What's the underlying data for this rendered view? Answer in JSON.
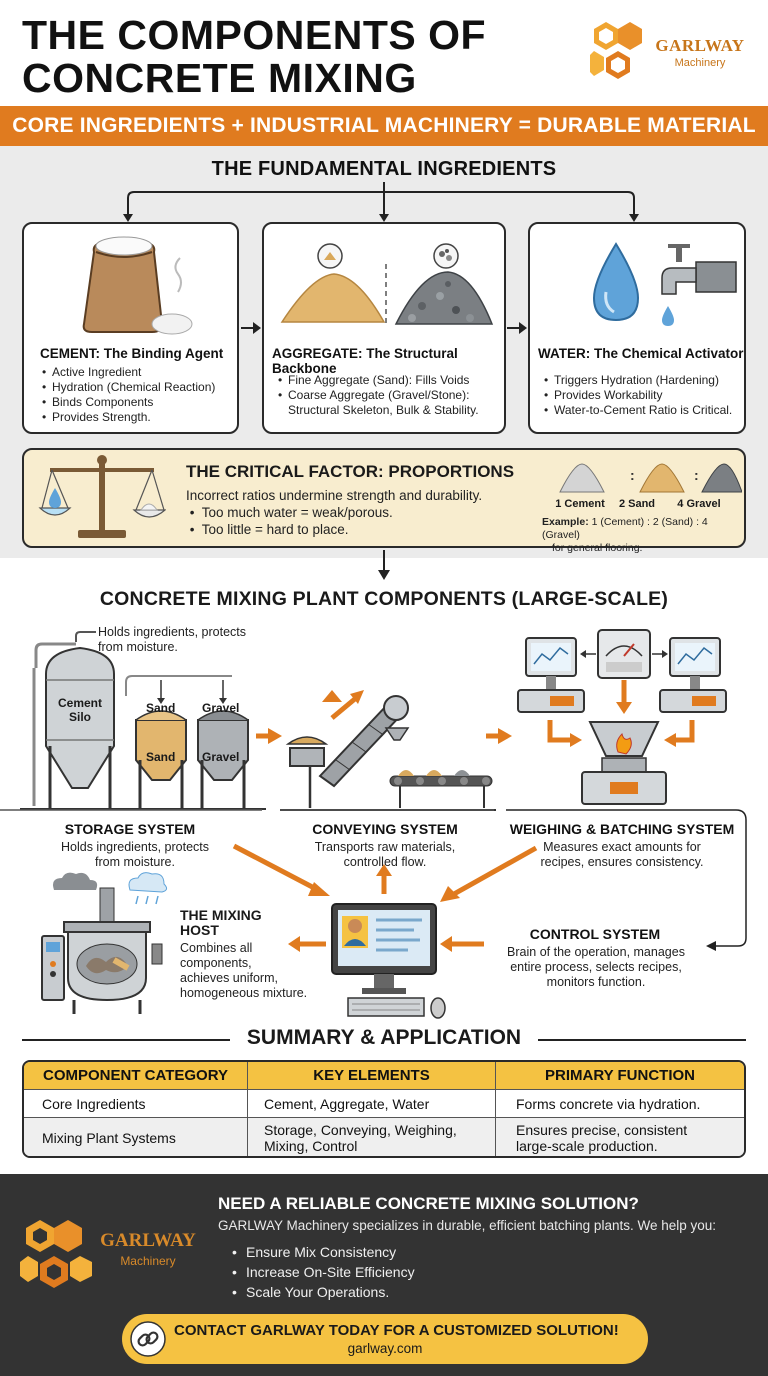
{
  "header": {
    "title_line1": "THE COMPONENTS OF",
    "title_line2": "CONCRETE MIXING",
    "logo_name": "GARLWAY",
    "logo_sub": "Machinery"
  },
  "banner": "CORE INGREDIENTS + INDUSTRIAL MACHINERY = DURABLE MATERIAL",
  "fundamentals": {
    "heading": "THE FUNDAMENTAL INGREDIENTS",
    "cement": {
      "title": "CEMENT: The Binding Agent",
      "items": [
        "Active Ingredient",
        "Hydration (Chemical Reaction)",
        "Binds Components",
        "Provides Strength."
      ]
    },
    "aggregate": {
      "title": "AGGREGATE: The Structural Backbone",
      "items": [
        "Fine Aggregate (Sand): Fills Voids",
        "Coarse Aggregate (Gravel/Stone): Structural Skeleton, Bulk & Stability."
      ]
    },
    "water": {
      "title": "WATER: The Chemical Activator",
      "items": [
        "Triggers Hydration (Hardening)",
        "Provides Workability",
        "Water-to-Cement Ratio is Critical."
      ]
    }
  },
  "proportions": {
    "title": "THE CRITICAL FACTOR: PROPORTIONS",
    "line1": "Incorrect ratios undermine strength and durability.",
    "bullets": [
      "Too much water = weak/porous.",
      "Too little = hard to place."
    ],
    "ratio_labels": [
      "1 Cement",
      "2 Sand",
      "4 Gravel"
    ],
    "example_label": "Example:",
    "example_text": "1 (Cement) : 2 (Sand) : 4 (Gravel)",
    "example_text2": "for general flooring."
  },
  "plant": {
    "heading": "CONCRETE MIXING PLANT COMPONENTS (LARGE-SCALE)",
    "callout": "Holds ingredients, protects\nfrom moisture.",
    "silo_label": "Cement\nSilo",
    "sand_label": "Sand",
    "gravel_label": "Gravel",
    "storage": {
      "title": "STORAGE SYSTEM",
      "text": "Holds ingredients, protects\nfrom moisture."
    },
    "conveying": {
      "title": "CONVEYING SYSTEM",
      "text": "Transports raw materials,\ncontrolled flow."
    },
    "weighing": {
      "title": "WEIGHING & BATCHING SYSTEM",
      "text": "Measures exact amounts for\nrecipes, ensures consistency."
    },
    "mixing": {
      "title": "THE MIXING\nHOST",
      "text": "Combines all\ncomponents,\nachieves uniform,\nhomogeneous mixture."
    },
    "control": {
      "title": "CONTROL SYSTEM",
      "text": "Brain of the operation, manages\nentire process, selects recipes,\nmonitors function."
    }
  },
  "summary": {
    "heading": "SUMMARY & APPLICATION",
    "headers": [
      "COMPONENT CATEGORY",
      "KEY ELEMENTS",
      "PRIMARY FUNCTION"
    ],
    "rows": [
      [
        "Core Ingredients",
        "Cement, Aggregate, Water",
        "Forms concrete via hydration."
      ],
      [
        "Mixing Plant Systems",
        "Storage, Conveying, Weighing,\nMixing, Control",
        "Ensures precise, consistent\nlarge-scale production."
      ]
    ]
  },
  "footer": {
    "title": "NEED A RELIABLE CONCRETE MIXING SOLUTION?",
    "text": "GARLWAY Machinery specializes in durable, efficient batching plants. We help you:",
    "bullets": [
      "Ensure Mix Consistency",
      "Increase On-Site Efficiency",
      "Scale Your Operations."
    ],
    "cta": "CONTACT GARLWAY TODAY FOR A CUSTOMIZED SOLUTION!",
    "url": "garlway.com"
  },
  "colors": {
    "accent": "#e07b1f",
    "yellow": "#f5c242",
    "dark": "#333333",
    "cream": "#f8edcf"
  }
}
